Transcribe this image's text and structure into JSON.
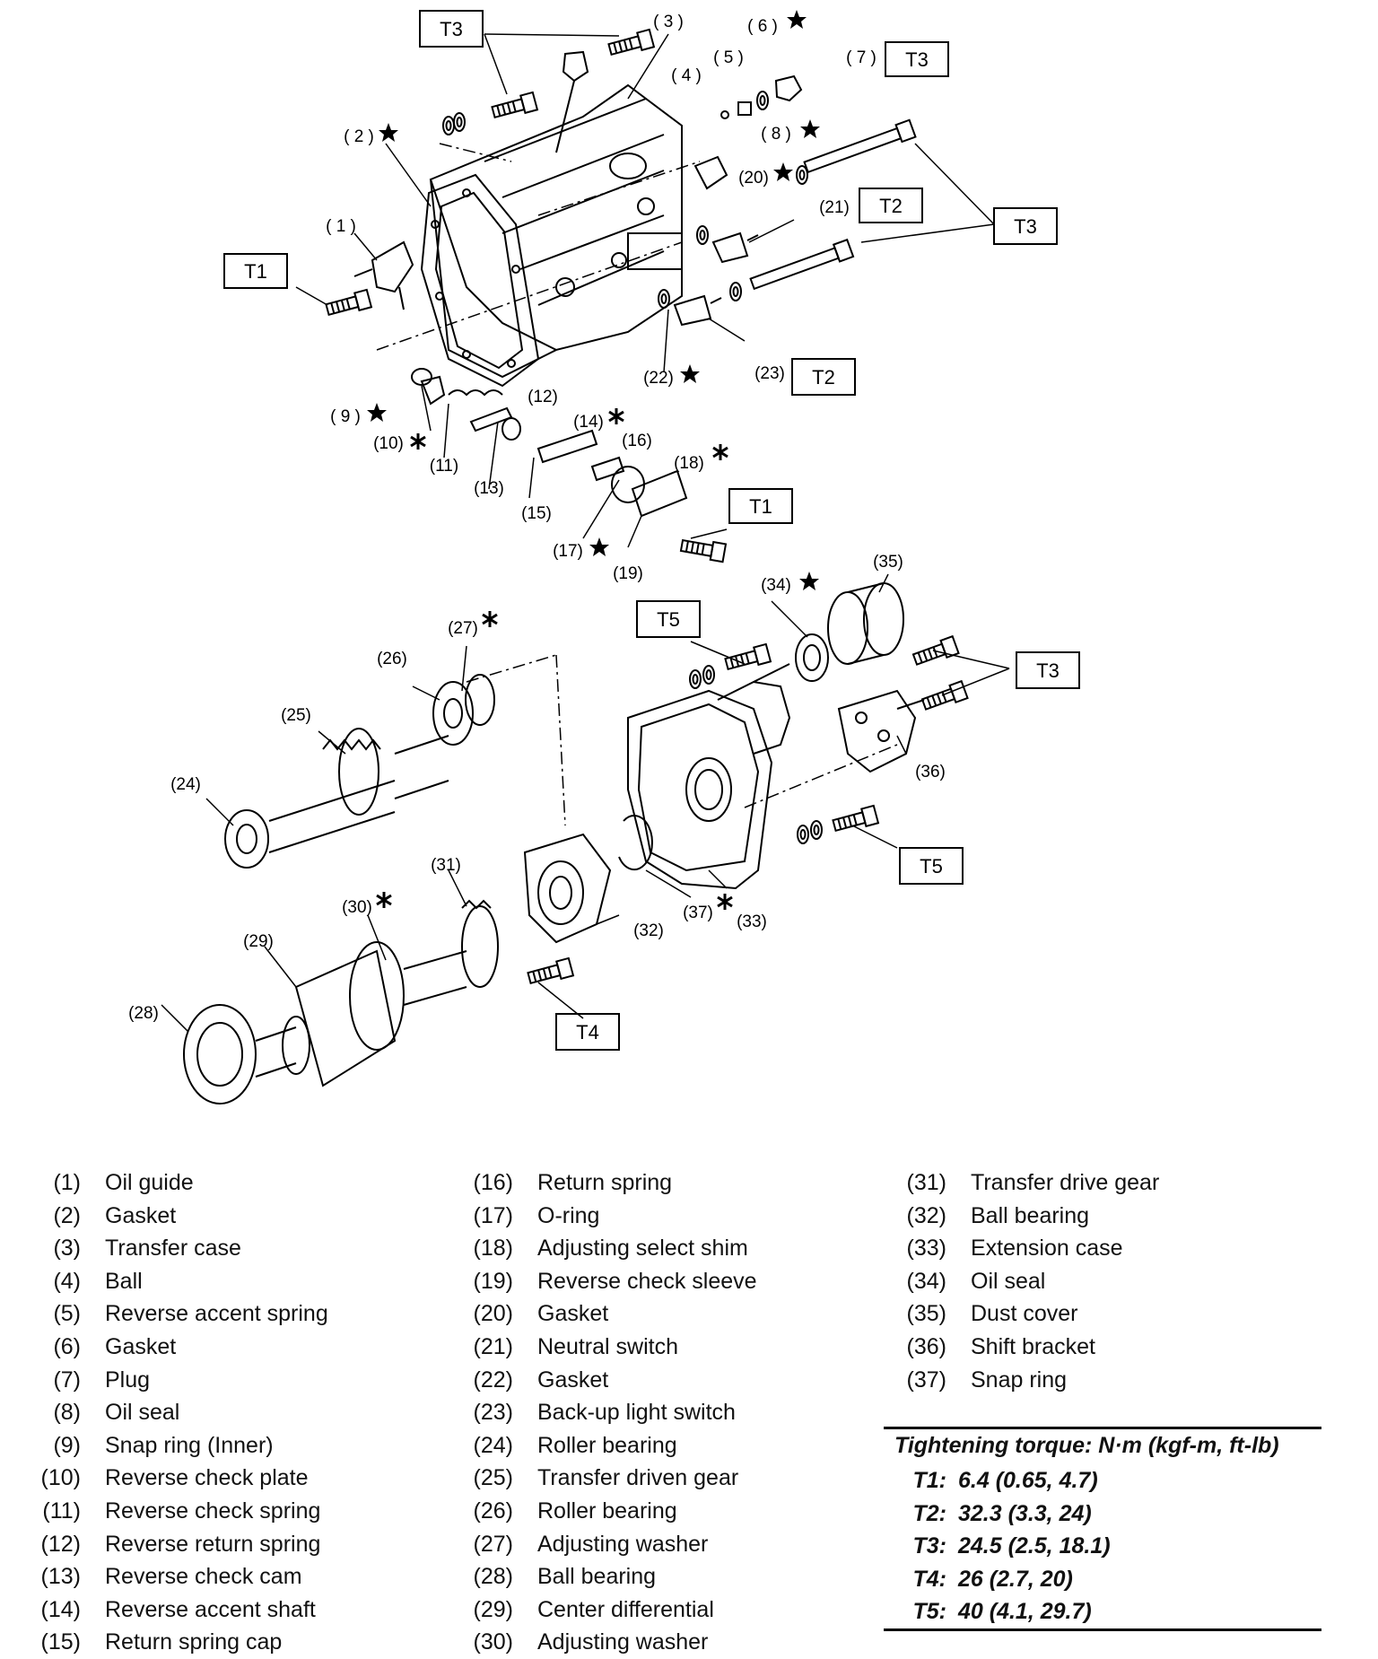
{
  "callouts": {
    "c1": "( 1 )",
    "c2": "( 2 )",
    "c3": "( 3 )",
    "c4": "( 4 )",
    "c5": "( 5 )",
    "c6": "( 6 )",
    "c7": "( 7 )",
    "c8": "( 8 )",
    "c9": "( 9 )",
    "c10": "(10)",
    "c11": "(11)",
    "c12": "(12)",
    "c13": "(13)",
    "c14": "(14)",
    "c15": "(15)",
    "c16": "(16)",
    "c17": "(17)",
    "c18": "(18)",
    "c19": "(19)",
    "c20": "(20)",
    "c21": "(21)",
    "c22": "(22)",
    "c23": "(23)",
    "c24": "(24)",
    "c25": "(25)",
    "c26": "(26)",
    "c27": "(27)",
    "c28": "(28)",
    "c29": "(29)",
    "c30": "(30)",
    "c31": "(31)",
    "c32": "(32)",
    "c33": "(33)",
    "c34": "(34)",
    "c35": "(35)",
    "c36": "(36)",
    "c37": "(37)"
  },
  "torque_tags": {
    "t1": "T1",
    "t2": "T2",
    "t3": "T3",
    "t4": "T4",
    "t5": "T5"
  },
  "legend": {
    "col1": [
      {
        "num": "(1)",
        "label": "Oil guide"
      },
      {
        "num": "(2)",
        "label": "Gasket"
      },
      {
        "num": "(3)",
        "label": "Transfer case"
      },
      {
        "num": "(4)",
        "label": "Ball"
      },
      {
        "num": "(5)",
        "label": "Reverse accent spring"
      },
      {
        "num": "(6)",
        "label": "Gasket"
      },
      {
        "num": "(7)",
        "label": "Plug"
      },
      {
        "num": "(8)",
        "label": "Oil seal"
      },
      {
        "num": "(9)",
        "label": "Snap ring (Inner)"
      },
      {
        "num": "(10)",
        "label": "Reverse check plate"
      },
      {
        "num": "(11)",
        "label": "Reverse check spring"
      },
      {
        "num": "(12)",
        "label": "Reverse return spring"
      },
      {
        "num": "(13)",
        "label": "Reverse check cam"
      },
      {
        "num": "(14)",
        "label": "Reverse accent shaft"
      },
      {
        "num": "(15)",
        "label": "Return spring cap"
      }
    ],
    "col2": [
      {
        "num": "(16)",
        "label": "Return spring"
      },
      {
        "num": "(17)",
        "label": "O-ring"
      },
      {
        "num": "(18)",
        "label": "Adjusting select shim"
      },
      {
        "num": "(19)",
        "label": "Reverse check sleeve"
      },
      {
        "num": "(20)",
        "label": "Gasket"
      },
      {
        "num": "(21)",
        "label": "Neutral switch"
      },
      {
        "num": "(22)",
        "label": "Gasket"
      },
      {
        "num": "(23)",
        "label": "Back-up light switch"
      },
      {
        "num": "(24)",
        "label": "Roller bearing"
      },
      {
        "num": "(25)",
        "label": "Transfer driven gear"
      },
      {
        "num": "(26)",
        "label": "Roller bearing"
      },
      {
        "num": "(27)",
        "label": "Adjusting washer"
      },
      {
        "num": "(28)",
        "label": "Ball bearing"
      },
      {
        "num": "(29)",
        "label": "Center differential"
      },
      {
        "num": "(30)",
        "label": "Adjusting washer"
      }
    ],
    "col3": [
      {
        "num": "(31)",
        "label": "Transfer drive gear"
      },
      {
        "num": "(32)",
        "label": "Ball bearing"
      },
      {
        "num": "(33)",
        "label": "Extension case"
      },
      {
        "num": "(34)",
        "label": "Oil seal"
      },
      {
        "num": "(35)",
        "label": "Dust cover"
      },
      {
        "num": "(36)",
        "label": "Shift bracket"
      },
      {
        "num": "(37)",
        "label": "Snap ring"
      }
    ]
  },
  "torque_table": {
    "title": "Tightening torque: N·m (kgf-m, ft-lb)",
    "rows": [
      {
        "key": "T1:",
        "value": "6.4 (0.65, 4.7)"
      },
      {
        "key": "T2:",
        "value": "32.3 (3.3, 24)"
      },
      {
        "key": "T3:",
        "value": "24.5 (2.5, 18.1)"
      },
      {
        "key": "T4:",
        "value": "26 (2.7, 20)"
      },
      {
        "key": "T5:",
        "value": "40 (4.1, 29.7)"
      }
    ]
  }
}
